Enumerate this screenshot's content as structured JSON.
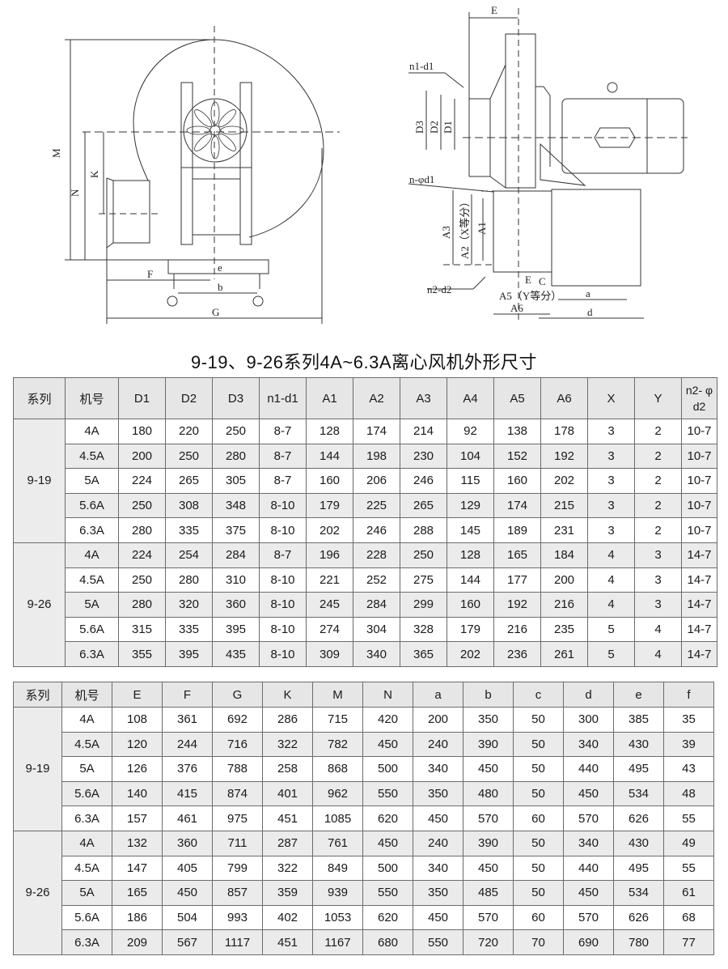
{
  "title": "9-19、9-26系列4A~6.3A离心风机外形尺寸",
  "drawing_left": {
    "labels": {
      "M": "M",
      "N": "N",
      "K": "K",
      "F": "F",
      "e": "e",
      "b": "b",
      "G": "G"
    }
  },
  "drawing_right": {
    "labels": {
      "E": "E",
      "n1d1": "n1-d1",
      "D3": "D3",
      "D2": "D2",
      "D1": "D1",
      "nphid1": "n-φd1",
      "A3": "A3",
      "A2": "A2（X等分）",
      "A1": "A1",
      "n2d2": "n2-d2",
      "E2": "E",
      "C": "C",
      "A5": "A5（Y等分）",
      "A6": "A6",
      "a": "a",
      "d": "d"
    }
  },
  "table1": {
    "headers": [
      "系列",
      "机号",
      "D1",
      "D2",
      "D3",
      "n1-d1",
      "A1",
      "A2",
      "A3",
      "A4",
      "A5",
      "A6",
      "X",
      "Y",
      "n2- φ d2"
    ],
    "header_last_line1": "n2- φ",
    "header_last_line2": "d2",
    "groups": [
      {
        "series": "9-19",
        "rows": [
          [
            "4A",
            "180",
            "220",
            "250",
            "8-7",
            "128",
            "174",
            "214",
            "92",
            "138",
            "178",
            "3",
            "2",
            "10-7"
          ],
          [
            "4.5A",
            "200",
            "250",
            "280",
            "8-7",
            "144",
            "198",
            "230",
            "104",
            "152",
            "192",
            "3",
            "2",
            "10-7"
          ],
          [
            "5A",
            "224",
            "265",
            "305",
            "8-7",
            "160",
            "206",
            "246",
            "115",
            "160",
            "202",
            "3",
            "2",
            "10-7"
          ],
          [
            "5.6A",
            "250",
            "308",
            "348",
            "8-10",
            "179",
            "225",
            "265",
            "129",
            "174",
            "215",
            "3",
            "2",
            "10-7"
          ],
          [
            "6.3A",
            "280",
            "335",
            "375",
            "8-10",
            "202",
            "246",
            "288",
            "145",
            "189",
            "231",
            "3",
            "2",
            "10-7"
          ]
        ]
      },
      {
        "series": "9-26",
        "rows": [
          [
            "4A",
            "224",
            "254",
            "284",
            "8-7",
            "196",
            "228",
            "250",
            "128",
            "165",
            "184",
            "4",
            "3",
            "14-7"
          ],
          [
            "4.5A",
            "250",
            "280",
            "310",
            "8-10",
            "221",
            "252",
            "275",
            "144",
            "177",
            "200",
            "4",
            "3",
            "14-7"
          ],
          [
            "5A",
            "280",
            "320",
            "360",
            "8-10",
            "245",
            "284",
            "299",
            "160",
            "192",
            "216",
            "4",
            "3",
            "14-7"
          ],
          [
            "5.6A",
            "315",
            "335",
            "395",
            "8-10",
            "274",
            "304",
            "328",
            "179",
            "216",
            "235",
            "5",
            "4",
            "14-7"
          ],
          [
            "6.3A",
            "355",
            "395",
            "435",
            "8-10",
            "309",
            "340",
            "365",
            "202",
            "236",
            "261",
            "5",
            "4",
            "14-7"
          ]
        ]
      }
    ]
  },
  "table2": {
    "headers": [
      "系列",
      "机号",
      "E",
      "F",
      "G",
      "K",
      "M",
      "N",
      "a",
      "b",
      "c",
      "d",
      "e",
      "f"
    ],
    "groups": [
      {
        "series": "9-19",
        "rows": [
          [
            "4A",
            "108",
            "361",
            "692",
            "286",
            "715",
            "420",
            "200",
            "350",
            "50",
            "300",
            "385",
            "35"
          ],
          [
            "4.5A",
            "120",
            "244",
            "716",
            "322",
            "782",
            "450",
            "240",
            "390",
            "50",
            "340",
            "430",
            "39"
          ],
          [
            "5A",
            "126",
            "376",
            "788",
            "258",
            "868",
            "500",
            "340",
            "450",
            "50",
            "440",
            "495",
            "43"
          ],
          [
            "5.6A",
            "140",
            "415",
            "874",
            "401",
            "962",
            "550",
            "350",
            "480",
            "50",
            "450",
            "534",
            "48"
          ],
          [
            "6.3A",
            "157",
            "461",
            "975",
            "451",
            "1085",
            "620",
            "450",
            "570",
            "60",
            "570",
            "626",
            "55"
          ]
        ]
      },
      {
        "series": "9-26",
        "rows": [
          [
            "4A",
            "132",
            "360",
            "711",
            "287",
            "761",
            "450",
            "240",
            "390",
            "50",
            "340",
            "430",
            "49"
          ],
          [
            "4.5A",
            "147",
            "405",
            "799",
            "322",
            "849",
            "500",
            "340",
            "450",
            "50",
            "440",
            "495",
            "55"
          ],
          [
            "5A",
            "165",
            "450",
            "857",
            "359",
            "939",
            "550",
            "350",
            "485",
            "50",
            "450",
            "534",
            "61"
          ],
          [
            "5.6A",
            "186",
            "504",
            "993",
            "402",
            "1053",
            "620",
            "450",
            "570",
            "60",
            "570",
            "626",
            "68"
          ],
          [
            "6.3A",
            "209",
            "567",
            "1117",
            "451",
            "1167",
            "680",
            "550",
            "720",
            "70",
            "690",
            "780",
            "77"
          ]
        ]
      }
    ]
  }
}
